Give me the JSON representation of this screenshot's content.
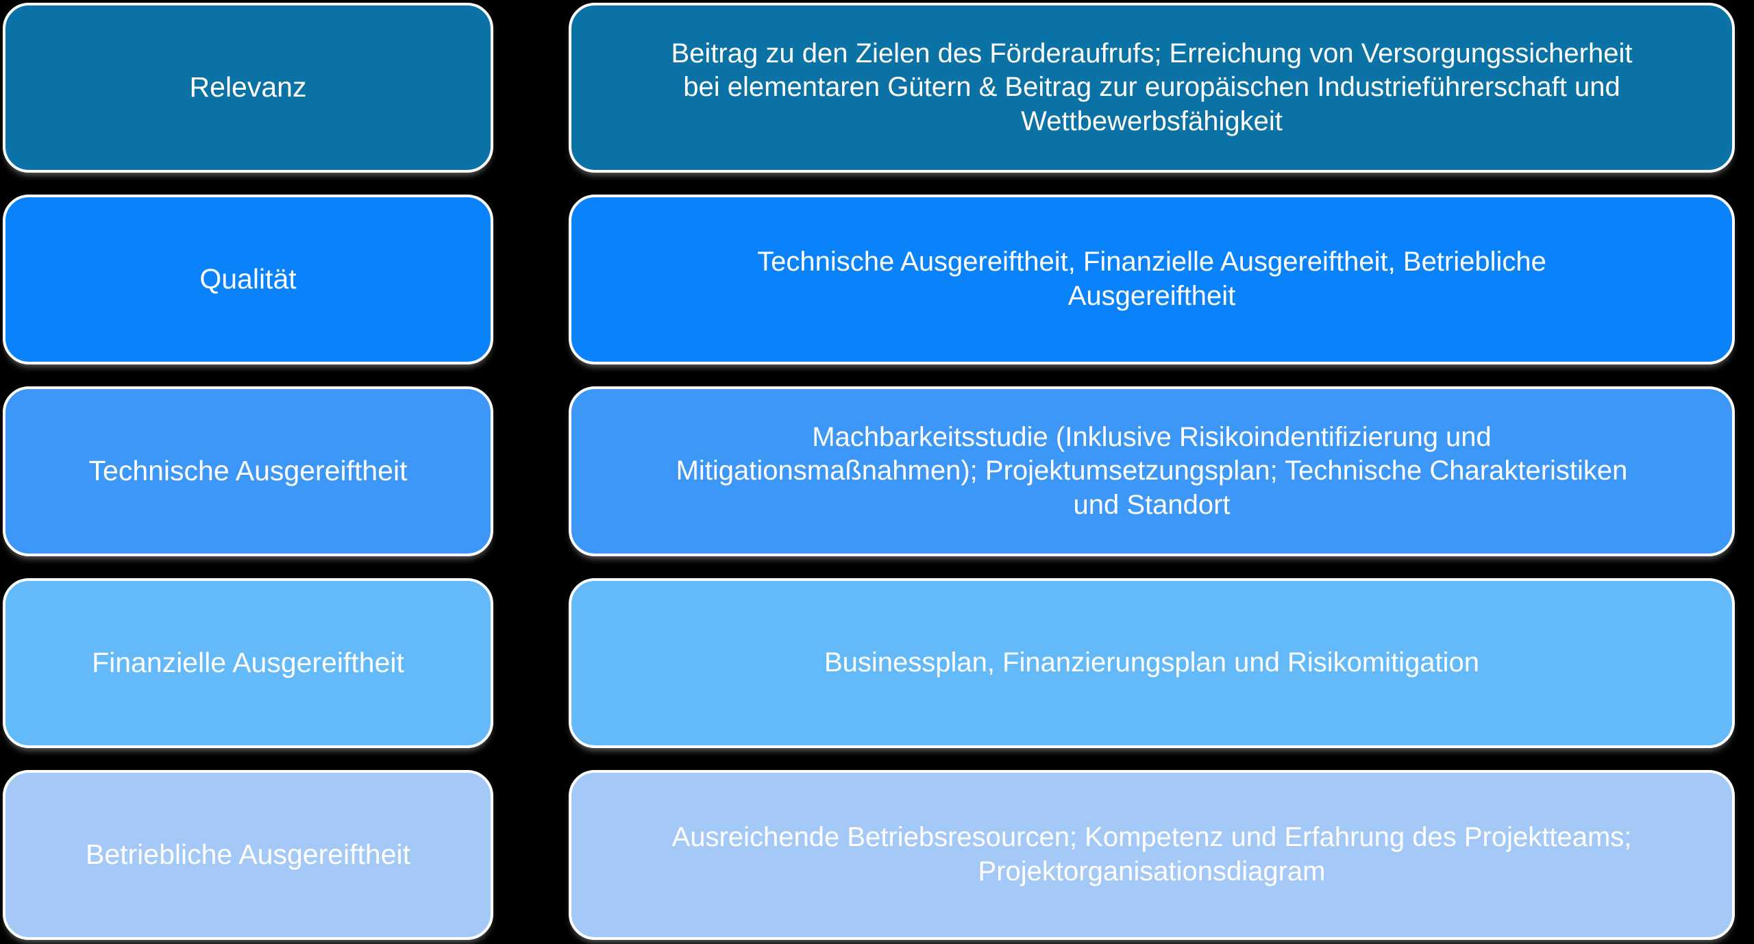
{
  "background_color": "#000000",
  "border_color": "#ffffff",
  "text_color": "#ffffff",
  "rows": [
    {
      "label": "Relevanz",
      "color": "#0B72A6",
      "description_lines": [
        "Beitrag zu den Zielen des Förderaufrufs; Erreichung von Versorgungssicherheit",
        "bei elementaren Gütern & Beitrag zur europäischen Industrieführerschaft und",
        "Wettbewerbsfähigkeit"
      ]
    },
    {
      "label": "Qualität",
      "color": "#0A83FA",
      "description_lines": [
        "Technische Ausgereiftheit, Finanzielle Ausgereiftheit, Betriebliche",
        "Ausgereiftheit"
      ]
    },
    {
      "label": "Technische Ausgereiftheit",
      "color": "#3D97F6",
      "description_lines": [
        "Machbarkeitsstudie (Inklusive Risikoindentifizierung und",
        "Mitigationsmaßnahmen); Projektumsetzungsplan; Technische Charakteristiken",
        "und Standort"
      ]
    },
    {
      "label": "Finanzielle Ausgereiftheit",
      "color": "#64B9F8",
      "description_lines": [
        "Businessplan, Finanzierungsplan und Risikomitigation"
      ]
    },
    {
      "label": "Betriebliche Ausgereiftheit",
      "color": "#A5C9F6",
      "description_lines": [
        "Ausreichende Betriebsresourcen; Kompetenz und Erfahrung des Projektteams;",
        "Projektorganisationsdiagram"
      ]
    }
  ]
}
